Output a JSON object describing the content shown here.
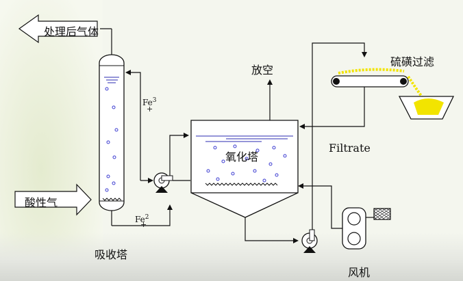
{
  "labels": {
    "treated_gas": "处理后气体",
    "acid_gas": "酸性气",
    "absorber": "吸收塔",
    "oxidizer": "氧化塔",
    "vent": "放空",
    "sulfur_filter": "硫磺过滤",
    "filtrate": "Filtrate",
    "blower": "风机",
    "fe3": "Fe",
    "fe3_sup": "3",
    "fe3_sign": "+",
    "fe2": "Fe",
    "fe2_sup": "2",
    "fe2_sign": "+"
  },
  "colors": {
    "line": "#111111",
    "liquid": "#2b2bb0",
    "bubble": "#3a3ad0",
    "sulfur": "#f2e400",
    "arrow_fill": "#ffffff"
  }
}
